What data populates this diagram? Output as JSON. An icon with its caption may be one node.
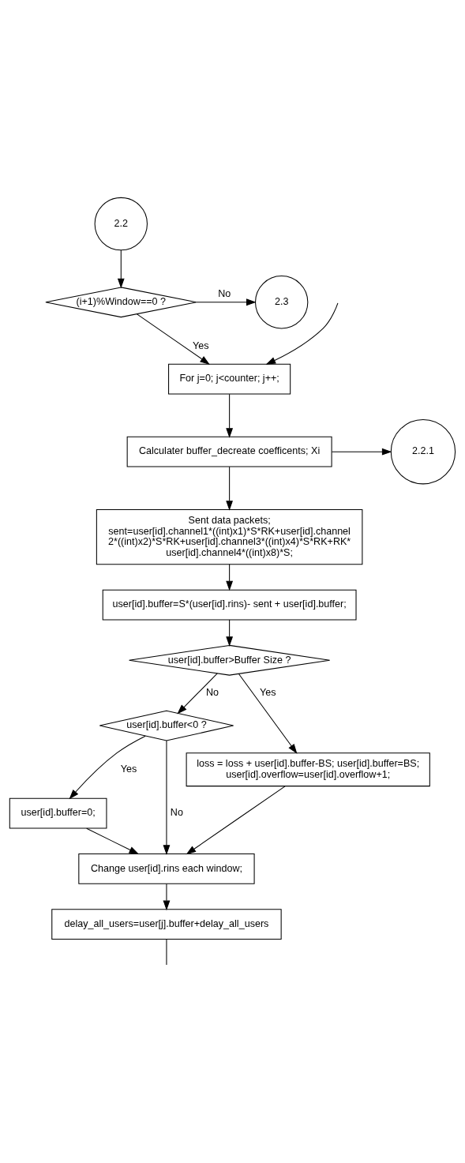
{
  "diagram": {
    "nodes": [
      {
        "text": [
          "2.2"
        ]
      },
      {
        "text": [
          "(i+1)%Window==0 ?"
        ]
      },
      {
        "text": [
          "2.3"
        ]
      },
      {
        "text": [
          "For j=0; j<counter; j++;"
        ]
      },
      {
        "text": [
          "Calculater buffer_decreate coefficents; Xi"
        ]
      },
      {
        "text": [
          "2.2.1"
        ]
      },
      {
        "text": [
          "Sent data packets;",
          "sent=user[id].channel1*((int)x1)*S*RK+user[id].channel 2*((int)x2)*S*RK+user[id].channel3*((int)x4)*S*RK+RK* user[id].channel4*((int)x8)*S;"
        ]
      },
      {
        "text": [
          "user[id].buffer=S*(user[id].rins)- sent + user[id].buffer;"
        ]
      },
      {
        "text": [
          "user[id].buffer>Buffer Size ?"
        ]
      },
      {
        "text": [
          "user[id].buffer<0 ?"
        ]
      },
      {
        "text": [
          "user[id].buffer=0;"
        ]
      },
      {
        "text": [
          "loss = loss + user[id].buffer-BS; user[id].buffer=BS; user[id].overflow=user[id].overflow+1;"
        ]
      },
      {
        "text": [
          "Change user[id].rins each window;"
        ]
      },
      {
        "text": [
          "delay_all_users=user[j].buffer+delay_all_users"
        ]
      }
    ],
    "edges": [
      {
        "from": 0,
        "to": 1,
        "arrow": "to"
      },
      {
        "from": 1,
        "to": 2,
        "arrow": "to",
        "label": "No"
      },
      {
        "from": 1,
        "to": 3,
        "arrow": "to",
        "label": "Yes"
      },
      {
        "from": null,
        "to": 3,
        "arrow": "to"
      },
      {
        "from": 3,
        "to": 4,
        "arrow": "to"
      },
      {
        "from": 4,
        "to": 5,
        "arrow": "to"
      },
      {
        "from": 4,
        "to": 6,
        "arrow": "to"
      },
      {
        "from": 6,
        "to": 7,
        "arrow": "to"
      },
      {
        "from": 7,
        "to": 8,
        "arrow": "to"
      },
      {
        "from": 8,
        "to": 11,
        "arrow": "to",
        "label": "Yes"
      },
      {
        "from": 8,
        "to": 9,
        "arrow": "to",
        "label": "No"
      },
      {
        "from": 9,
        "to": 10,
        "arrow": "to",
        "label": "Yes"
      },
      {
        "from": 9,
        "to": 12,
        "arrow": "to",
        "label": "No"
      },
      {
        "from": 10,
        "to": 12,
        "arrow": "to"
      },
      {
        "from": 11,
        "to": 12,
        "arrow": "to"
      },
      {
        "from": 12,
        "to": 13,
        "arrow": "to"
      },
      {
        "from": 13,
        "to": null,
        "arrow": "none"
      }
    ]
  }
}
